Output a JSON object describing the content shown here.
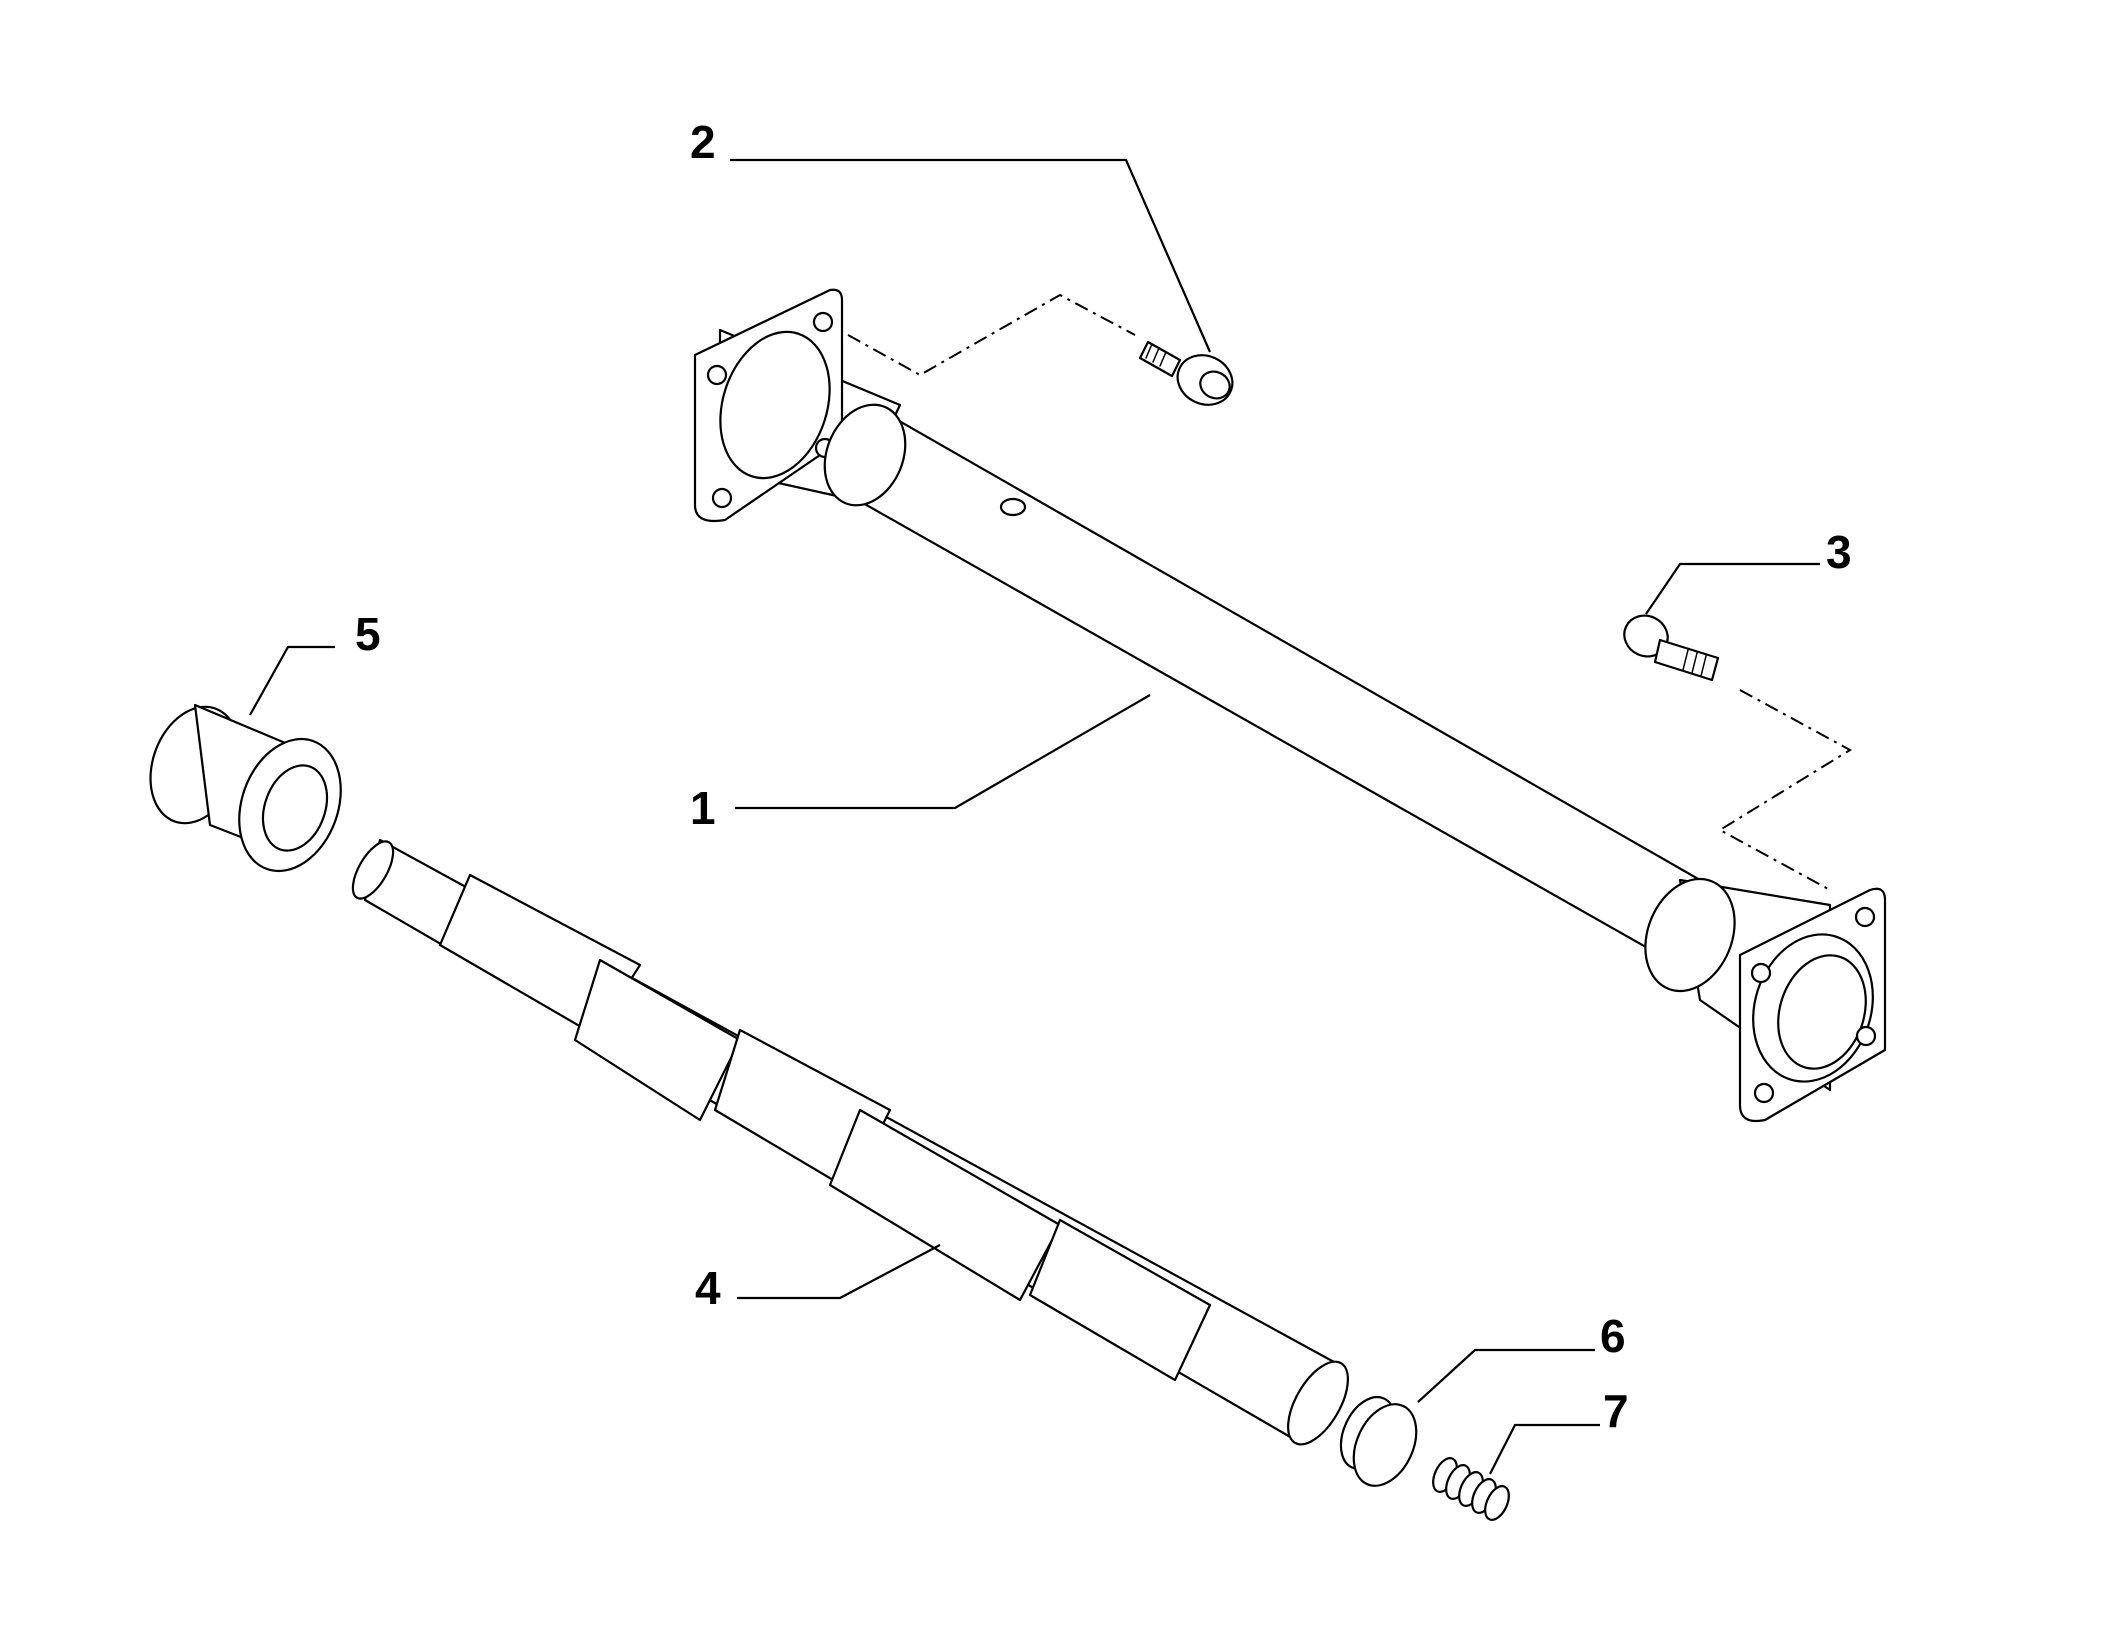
{
  "diagram": {
    "colors": {
      "line": "#000000",
      "background": "#ffffff"
    },
    "callouts": [
      {
        "id": "1",
        "label": "1"
      },
      {
        "id": "2",
        "label": "2"
      },
      {
        "id": "3",
        "label": "3"
      },
      {
        "id": "4",
        "label": "4"
      },
      {
        "id": "5",
        "label": "5"
      },
      {
        "id": "6",
        "label": "6"
      },
      {
        "id": "7",
        "label": "7"
      }
    ]
  }
}
